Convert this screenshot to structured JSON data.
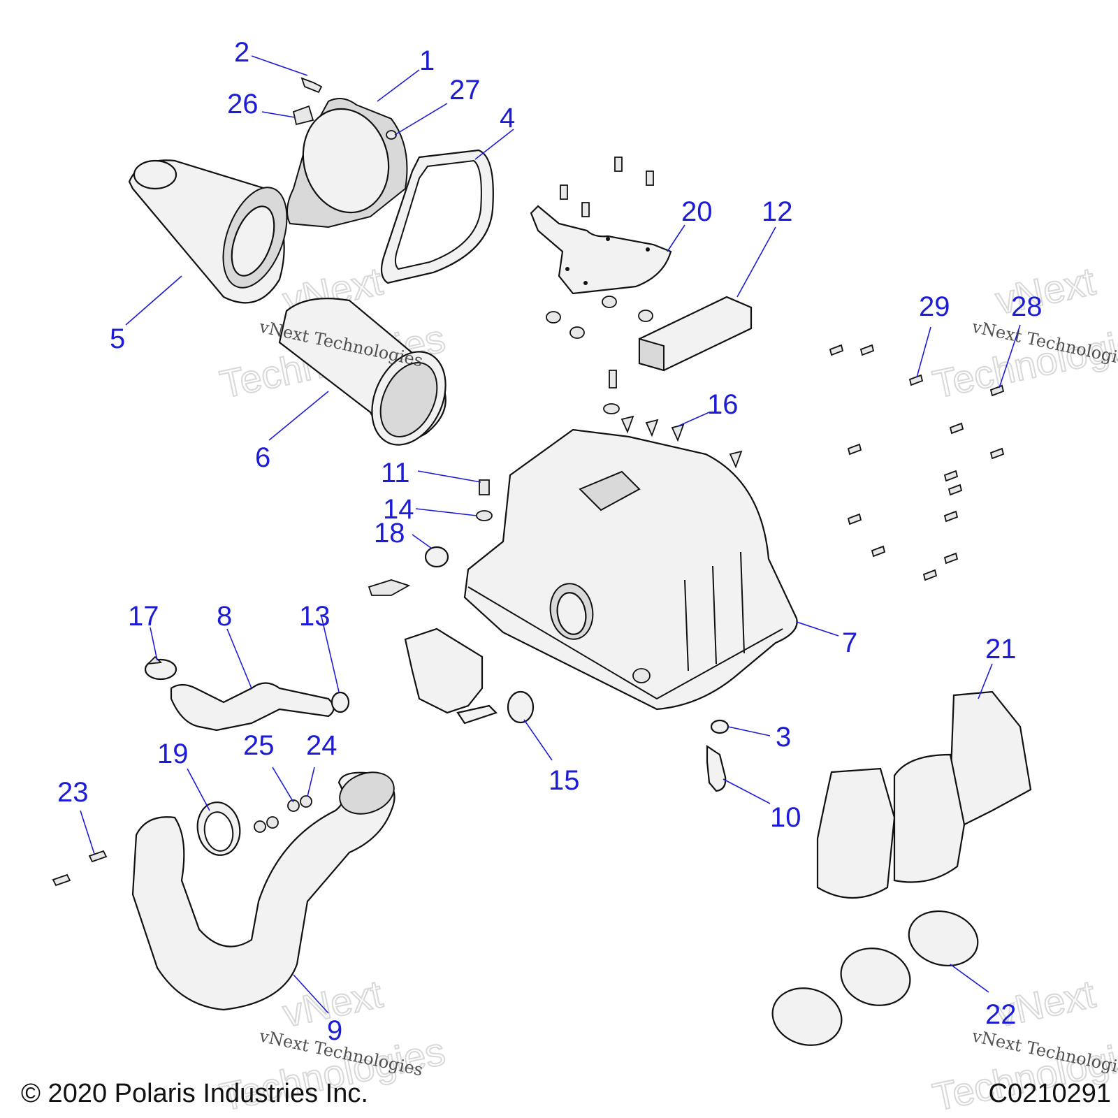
{
  "diagram": {
    "callouts": [
      {
        "id": "c1",
        "label": "1"
      },
      {
        "id": "c2",
        "label": "2"
      },
      {
        "id": "c3",
        "label": "3"
      },
      {
        "id": "c4",
        "label": "4"
      },
      {
        "id": "c5",
        "label": "5"
      },
      {
        "id": "c6",
        "label": "6"
      },
      {
        "id": "c7",
        "label": "7"
      },
      {
        "id": "c8",
        "label": "8"
      },
      {
        "id": "c9",
        "label": "9"
      },
      {
        "id": "c10",
        "label": "10"
      },
      {
        "id": "c11",
        "label": "11"
      },
      {
        "id": "c12",
        "label": "12"
      },
      {
        "id": "c13",
        "label": "13"
      },
      {
        "id": "c14",
        "label": "14"
      },
      {
        "id": "c15",
        "label": "15"
      },
      {
        "id": "c16",
        "label": "16"
      },
      {
        "id": "c17",
        "label": "17"
      },
      {
        "id": "c18",
        "label": "18"
      },
      {
        "id": "c19",
        "label": "19"
      },
      {
        "id": "c20",
        "label": "20"
      },
      {
        "id": "c21",
        "label": "21"
      },
      {
        "id": "c22",
        "label": "22"
      },
      {
        "id": "c23",
        "label": "23"
      },
      {
        "id": "c24",
        "label": "24"
      },
      {
        "id": "c25",
        "label": "25"
      },
      {
        "id": "c26",
        "label": "26"
      },
      {
        "id": "c27",
        "label": "27"
      },
      {
        "id": "c28",
        "label": "28"
      },
      {
        "id": "c29",
        "label": "29"
      }
    ],
    "footer": {
      "copyright": "© 2020 Polaris Industries Inc.",
      "figure_code": "C0210291"
    },
    "watermarks": {
      "small": "vNext Technologies",
      "large_line1": "vNext",
      "large_line2": "Technologies"
    },
    "colors": {
      "callout": "#1c1cd6",
      "line_art": "#111111"
    }
  }
}
